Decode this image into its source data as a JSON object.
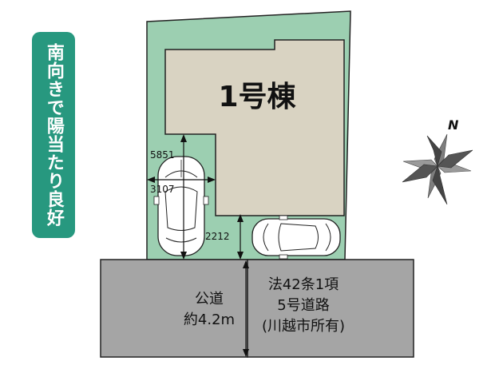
{
  "badge": {
    "text": "南向きで陽当たり良好"
  },
  "building": {
    "label": "1号棟"
  },
  "dimensions": {
    "parking_length": "5851",
    "parking_width": "3107",
    "setback": "2212"
  },
  "roads": {
    "public_road": {
      "line1": "公道",
      "line2": "約4.2m"
    },
    "private_road": {
      "line1": "法42条1項",
      "line2": "5号道路",
      "line3": "(川越市所有)"
    }
  },
  "compass": {
    "label": "N"
  },
  "colors": {
    "lot_green": "#9ccfb1",
    "building": "#d9d3c2",
    "road_gray": "#a5a5a5",
    "badge_teal": "#27987f",
    "outline": "#222222"
  }
}
